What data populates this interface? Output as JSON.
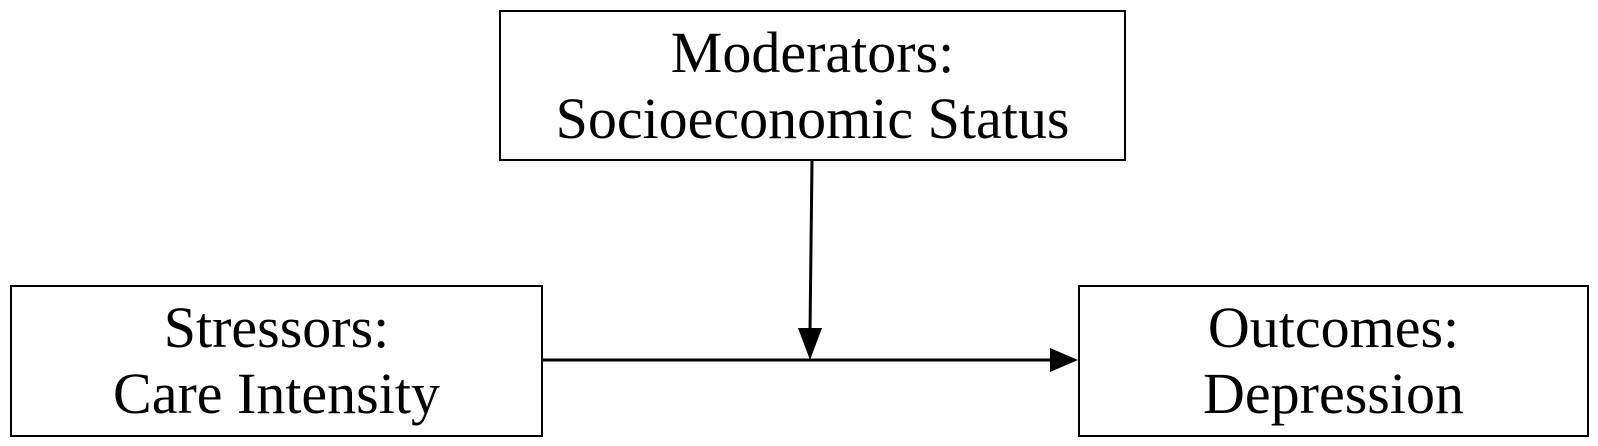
{
  "diagram": {
    "moderator": {
      "line1": "Moderators:",
      "line2": "Socioeconomic Status"
    },
    "stressor": {
      "line1": "Stressors:",
      "line2": "Care Intensity"
    },
    "outcome": {
      "line1": "Outcomes:",
      "line2": "Depression"
    },
    "colors": {
      "stroke": "#000000",
      "background": "#ffffff"
    }
  }
}
